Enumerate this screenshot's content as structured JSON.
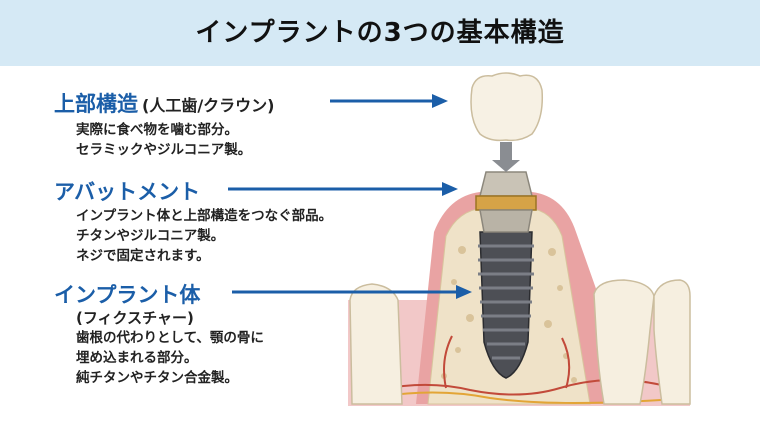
{
  "title": "インプラントの3つの基本構造",
  "parts": [
    {
      "name": "上部構造",
      "sub": "(人工歯/クラウン)",
      "desc": [
        "実際に食べ物を噛む部分。",
        "セラミックやジルコニア製。"
      ]
    },
    {
      "name": "アバットメント",
      "desc": [
        "インプラント体と上部構造をつなぐ部品。",
        "チタンやジルコニア製。",
        "ネジで固定されます。"
      ]
    },
    {
      "name": "インプラント体",
      "sub": "(フィクスチャー)",
      "desc": [
        "歯根の代わりとして、顎の骨に",
        "埋め込まれる部分。",
        "純チタンやチタン合金製。"
      ]
    }
  ],
  "colors": {
    "header_bg": "#d5e9f5",
    "label": "#1b5ea8",
    "arrow": "#1b5ea8",
    "gum": "#e9a3a3",
    "bone": "#efe2c8"
  }
}
